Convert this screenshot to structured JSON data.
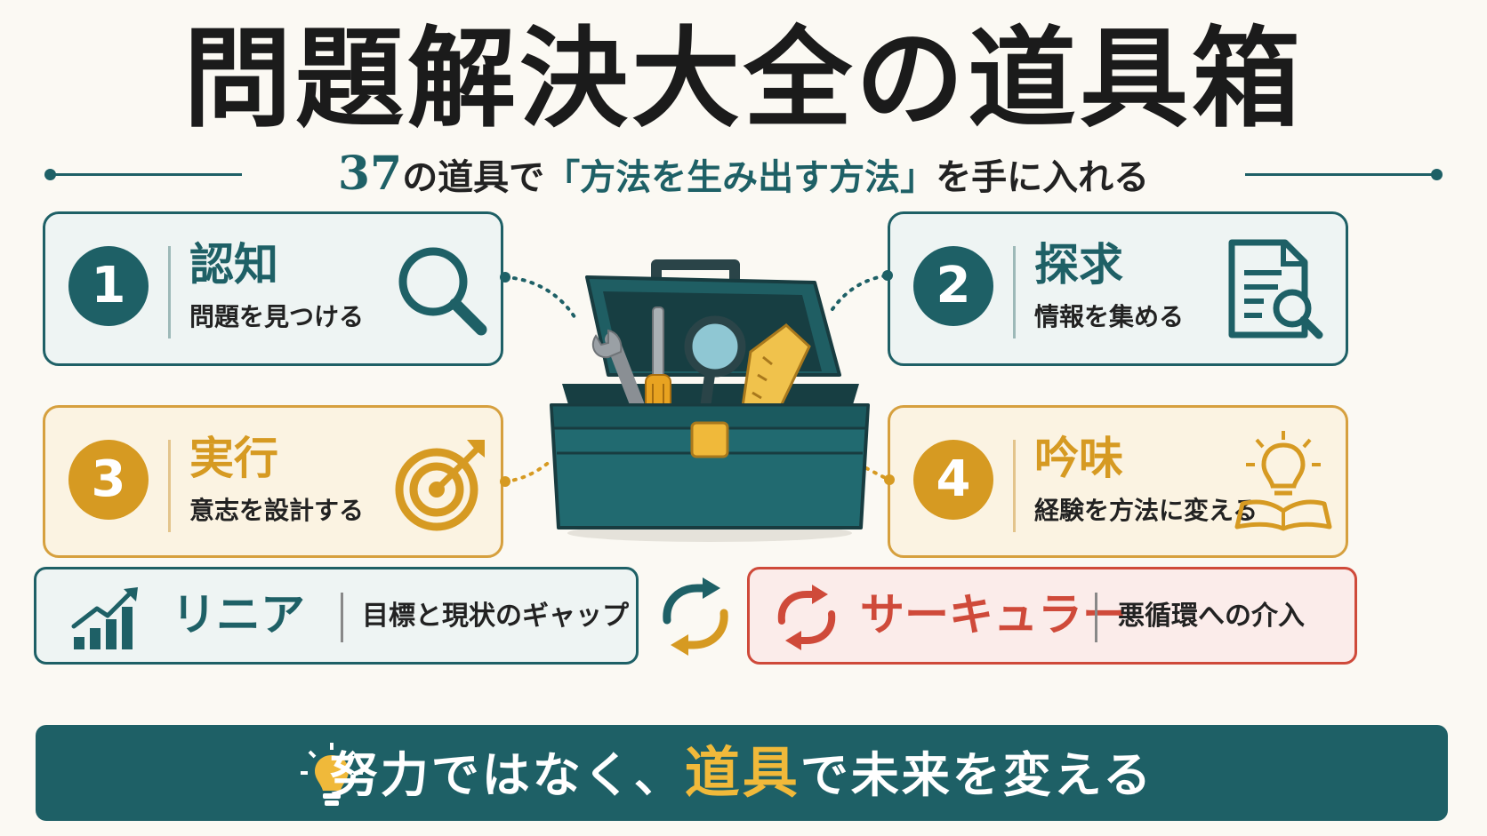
{
  "title": "問題解決大全の道具箱",
  "subtitle": {
    "number": "37",
    "pre": "の道具で",
    "highlight": "「方法を生み出す方法」",
    "post": "を手に入れる"
  },
  "cards": [
    {
      "number": "1",
      "title": "認知",
      "desc": "問題を見つける",
      "icon": "magnifier-icon"
    },
    {
      "number": "2",
      "title": "探求",
      "desc": "情報を集める",
      "icon": "document-search-icon"
    },
    {
      "number": "3",
      "title": "実行",
      "desc": "意志を設計する",
      "icon": "target-arrow-icon"
    },
    {
      "number": "4",
      "title": "吟味",
      "desc": "経験を方法に変える",
      "icon": "lightbulb-book-icon"
    }
  ],
  "linear": {
    "title": "リニア",
    "desc": "目標と現状のギャップ",
    "icon": "growth-chart-icon"
  },
  "circular": {
    "title": "サーキュラー",
    "desc": "悪循環への介入",
    "icon": "cycle-arrows-icon"
  },
  "banner": {
    "pre": "努力ではなく、",
    "highlight": "道具",
    "post": "で未来を変える",
    "icon": "lightbulb-icon"
  },
  "colors": {
    "teal": "#1e6066",
    "gold": "#d69a22",
    "red": "#cf4a3a",
    "background": "#fbf9f3"
  }
}
